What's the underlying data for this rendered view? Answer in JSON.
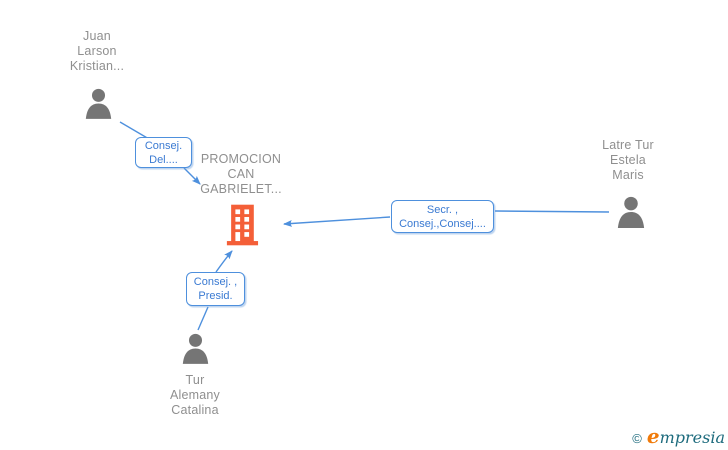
{
  "diagram": {
    "company": {
      "name": "PROMOCION\nCAN\nGABRIELET..."
    },
    "persons": [
      {
        "name": "Juan\nLarson\nKristian..."
      },
      {
        "name": "Latre Tur\nEstela\nMaris"
      },
      {
        "name": "Tur\nAlemany\nCatalina"
      }
    ],
    "edges": [
      {
        "label": "Consej.\nDel....",
        "from": "Juan Larson Kristian...",
        "to": "PROMOCION CAN GABRIELET..."
      },
      {
        "label": "Secr. ,\nConsej.,Consej....",
        "from": "Latre Tur Estela Maris",
        "to": "PROMOCION CAN GABRIELET..."
      },
      {
        "label": "Consej. ,\nPresid.",
        "from": "Tur Alemany Catalina",
        "to": "PROMOCION CAN GABRIELET..."
      }
    ],
    "colors": {
      "edge_blue": "#4e90dd",
      "label_gray": "#8f8f8f",
      "person_icon_gray": "#757575",
      "building_orange": "#f45f38"
    }
  },
  "footer": {
    "copyright": "©",
    "brand_initial": "e",
    "brand_rest": "mpresia",
    "brand_teal": "#1d6b7d",
    "brand_orange": "#f07a0a"
  }
}
